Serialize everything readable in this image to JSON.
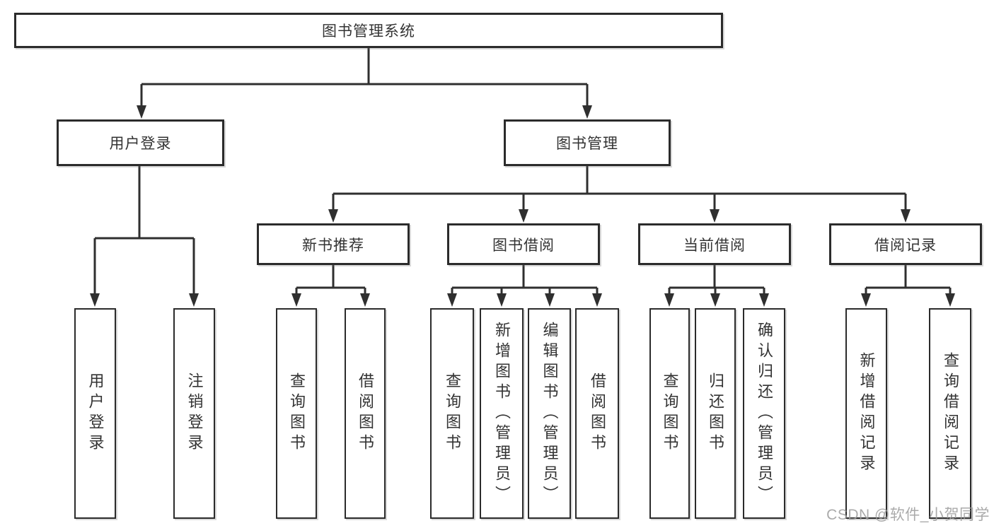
{
  "diagram": {
    "root": "图书管理系统",
    "branches": [
      {
        "label": "用户登录",
        "children": [
          "用户登录",
          "注销登录"
        ]
      },
      {
        "label": "图书管理",
        "groups": [
          {
            "label": "新书推荐",
            "children": [
              "查询图书",
              "借阅图书"
            ]
          },
          {
            "label": "图书借阅",
            "children": [
              "查询图书",
              "新增图书（管理员）",
              "编辑图书（管理员）",
              "借阅图书"
            ]
          },
          {
            "label": "当前借阅",
            "children": [
              "查询图书",
              "归还图书",
              "确认归还（管理员）"
            ]
          },
          {
            "label": "借阅记录",
            "children": [
              "新增借阅记录",
              "查询借阅记录"
            ]
          }
        ]
      }
    ]
  },
  "watermark": "CSDN @软件_小贺同学",
  "colors": {
    "line": "#2f2f2f",
    "box_border": "#2b2b2b",
    "box_fill": "#ffffff",
    "text": "#333333",
    "watermark": "#9c9c9c",
    "background": "#ffffff"
  }
}
